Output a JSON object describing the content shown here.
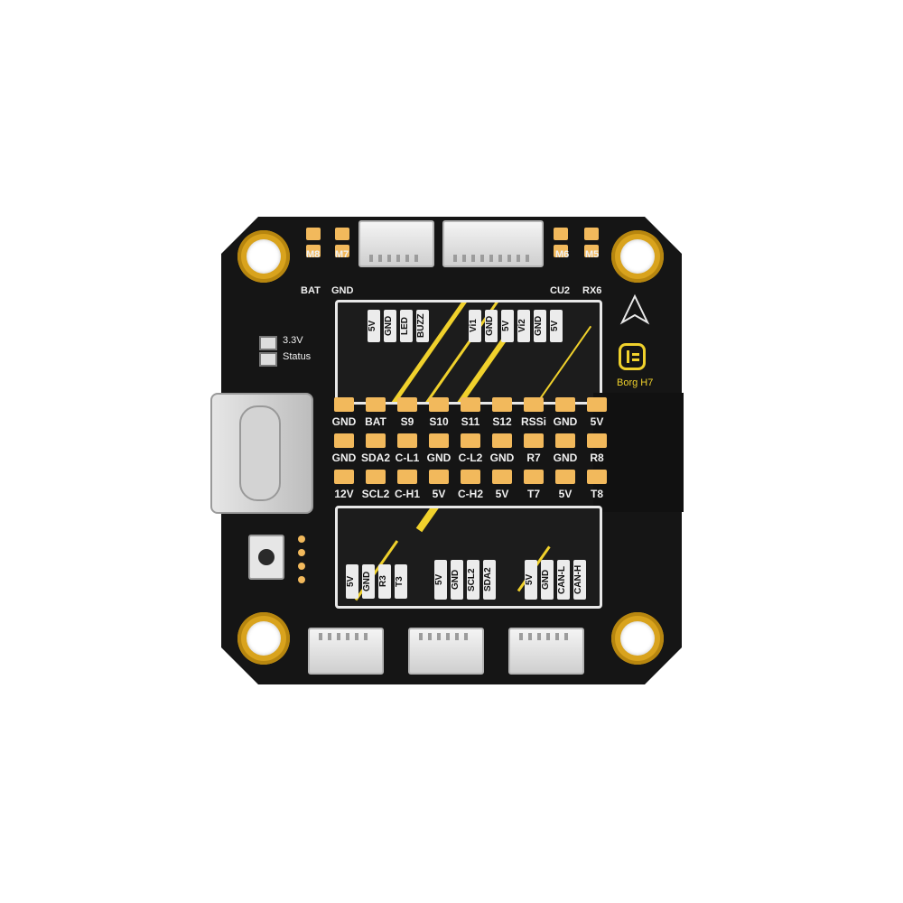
{
  "product": {
    "model": "Borg H7",
    "logo_icon": "brand-logo-icon",
    "arrow_icon": "direction-arrow-icon",
    "brand_colors": {
      "pcb": "#151515",
      "pad": "#f2b95c",
      "accent": "#f0d12c",
      "gold": "#d9a31d"
    }
  },
  "top": {
    "left_pads": [
      "M8",
      "M7"
    ],
    "left_sub": [
      "BAT",
      "GND"
    ],
    "right_pads": [
      "M6",
      "M5"
    ],
    "right_sub": [
      "CU2",
      "RX6"
    ]
  },
  "status": {
    "led1": "3.3V",
    "led2": "Status"
  },
  "upper_connectors": {
    "left": [
      "5V",
      "GND",
      "LED",
      "BUZZ"
    ],
    "right": [
      "Vi1",
      "GND",
      "5V",
      "Vi2",
      "GND",
      "5V"
    ]
  },
  "pad_rows": [
    [
      "GND",
      "BAT",
      "S9",
      "S10",
      "S11",
      "S12",
      "RSSi",
      "GND",
      "5V"
    ],
    [
      "GND",
      "SDA2",
      "C-L1",
      "GND",
      "C-L2",
      "GND",
      "R7",
      "GND",
      "R8"
    ],
    [
      "12V",
      "SCL2",
      "C-H1",
      "5V",
      "C-H2",
      "5V",
      "T7",
      "5V",
      "T8"
    ]
  ],
  "lower_connectors": {
    "left": [
      "5V",
      "GND",
      "R3",
      "T3"
    ],
    "middle": [
      "5V",
      "GND",
      "SCL2",
      "SDA2"
    ],
    "right": [
      "5V",
      "GND",
      "CAN-L",
      "CAN-H"
    ]
  }
}
